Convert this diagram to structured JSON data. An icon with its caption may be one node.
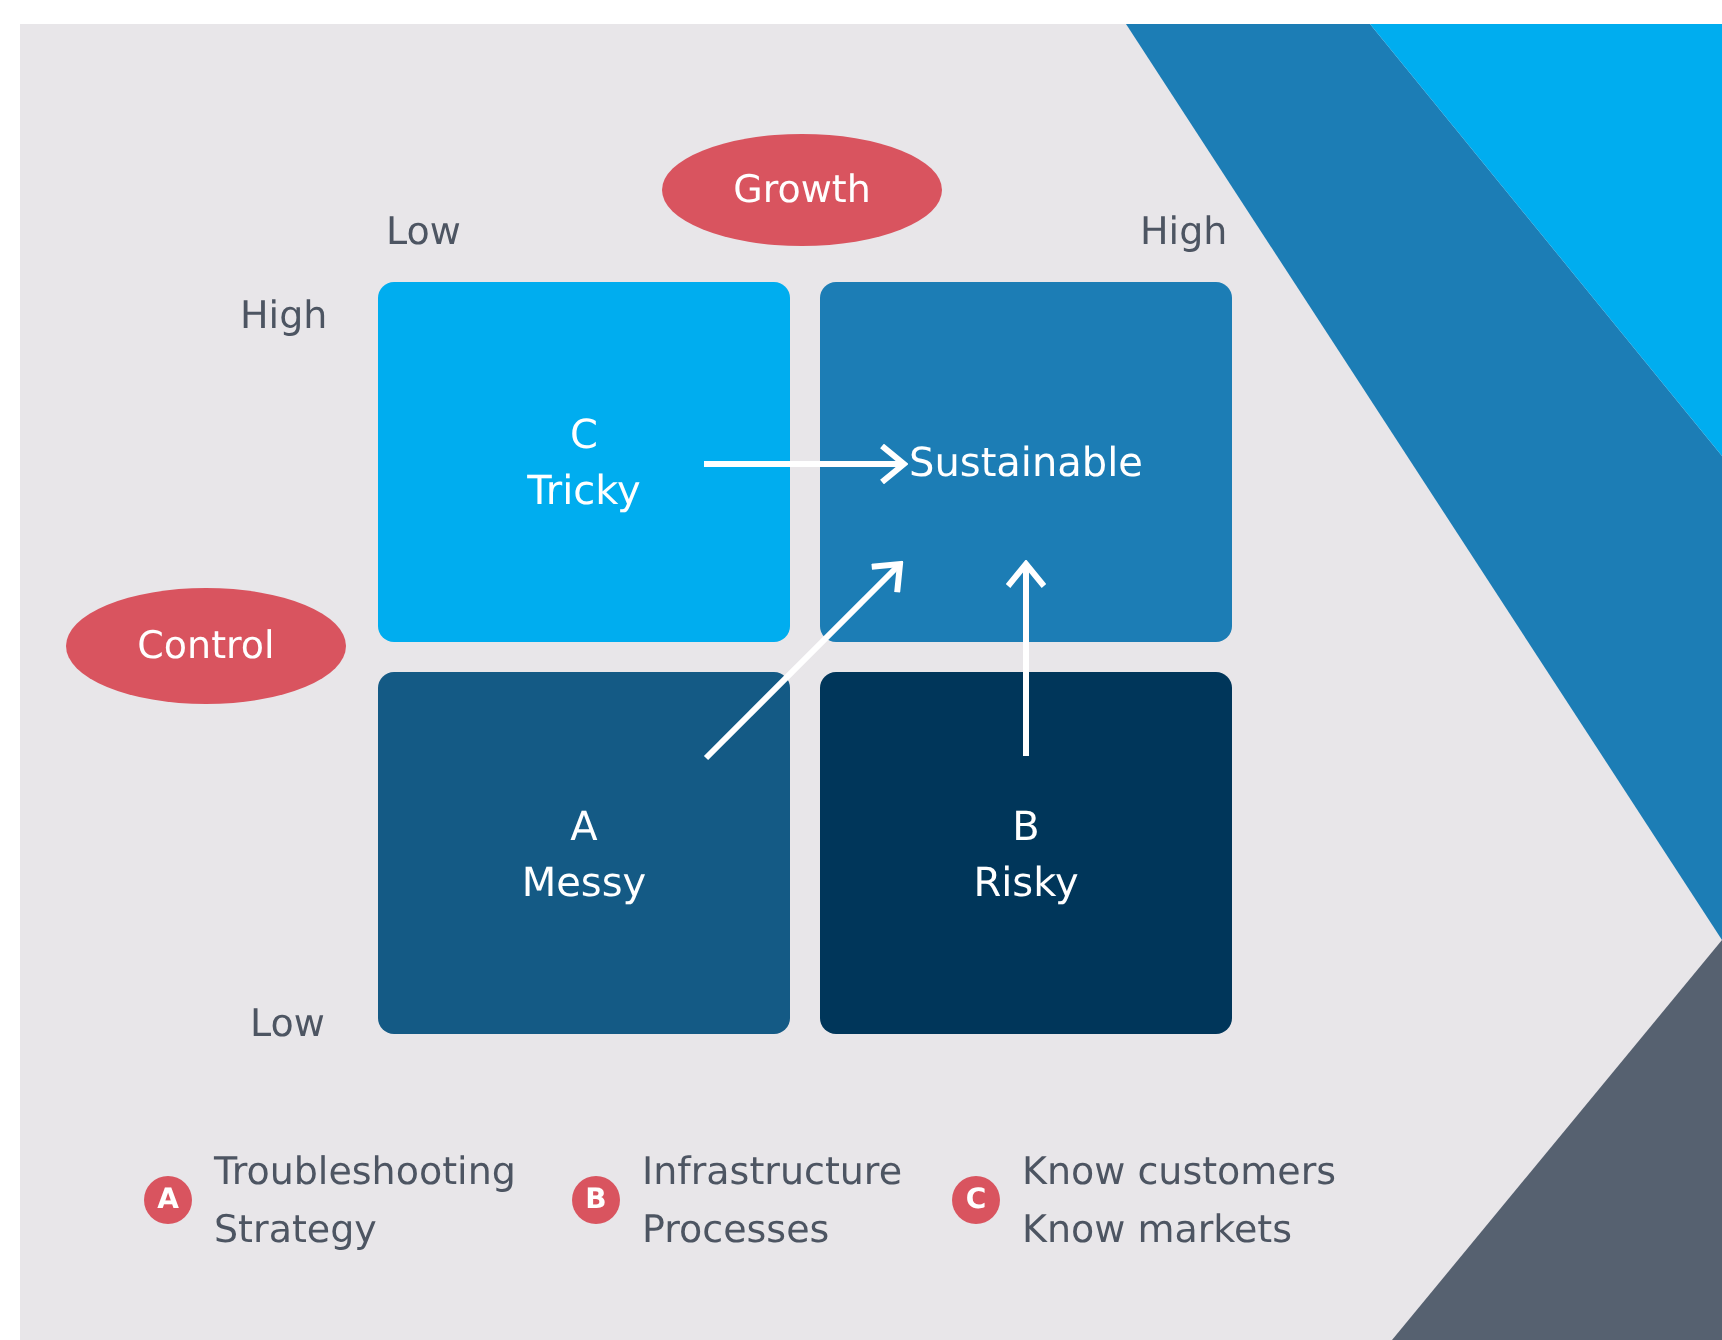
{
  "diagram": {
    "nodes": [
      {
        "text": [
          "Growth"
        ]
      },
      {
        "text": [
          "Control"
        ]
      },
      {
        "text": [
          "C",
          "Tricky"
        ]
      },
      {
        "text": [
          "Sustainable"
        ]
      },
      {
        "text": [
          "A",
          "Messy"
        ]
      },
      {
        "text": [
          "B",
          "Risky"
        ]
      },
      {
        "text": [
          "A"
        ],
        "beside": [
          "Troubleshooting",
          "Strategy"
        ]
      },
      {
        "text": [
          "B"
        ],
        "beside": [
          "Infrastructure",
          "Processes"
        ]
      },
      {
        "text": [
          "C"
        ],
        "beside": [
          "Know customers",
          "Know markets"
        ]
      }
    ],
    "edges": [
      {
        "from": 2,
        "to": 3,
        "arrow": "to"
      },
      {
        "from": 4,
        "to": 3,
        "arrow": "to"
      },
      {
        "from": 5,
        "to": 3,
        "arrow": "to"
      }
    ],
    "labels": [
      "Low",
      "High",
      "High",
      "Low"
    ]
  }
}
